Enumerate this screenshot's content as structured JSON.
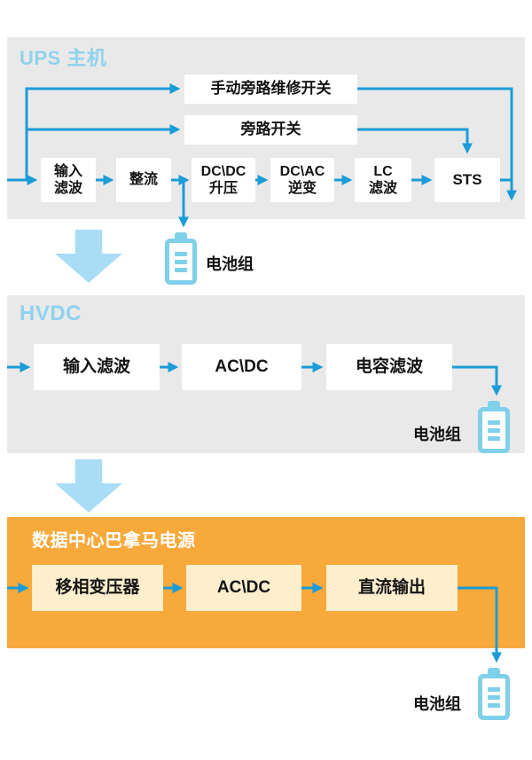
{
  "ups": {
    "title": "UPS 主机",
    "manual_bypass": "手动旁路维修开关",
    "bypass": "旁路开关",
    "boxes": [
      {
        "label": "输入\n滤波"
      },
      {
        "label": "整流"
      },
      {
        "label": "DC\\DC\n升压"
      },
      {
        "label": "DC\\AC\n逆变"
      },
      {
        "label": "LC\n滤波"
      },
      {
        "label": "STS"
      }
    ],
    "battery_label": "电池组"
  },
  "hvdc": {
    "title": "HVDC",
    "boxes": [
      {
        "label": "输入滤波"
      },
      {
        "label": "AC\\DC"
      },
      {
        "label": "电容滤波"
      }
    ],
    "battery_label": "电池组"
  },
  "panama": {
    "title": "数据中心巴拿马电源",
    "boxes": [
      {
        "label": "移相变压器"
      },
      {
        "label": "AC\\DC"
      },
      {
        "label": "直流输出"
      }
    ],
    "battery_label": "电池组"
  },
  "colors": {
    "line_blue": "#1b9cd8",
    "panel_gray": "#e9e9e9",
    "title_blue": "#8fd3ee",
    "battery_blue": "#7fd0e9",
    "big_arrow_blue": "#a9dcf5",
    "panel_orange": "#f8a93c",
    "box_cream": "#fdeecd",
    "box_white": "#ffffff"
  }
}
